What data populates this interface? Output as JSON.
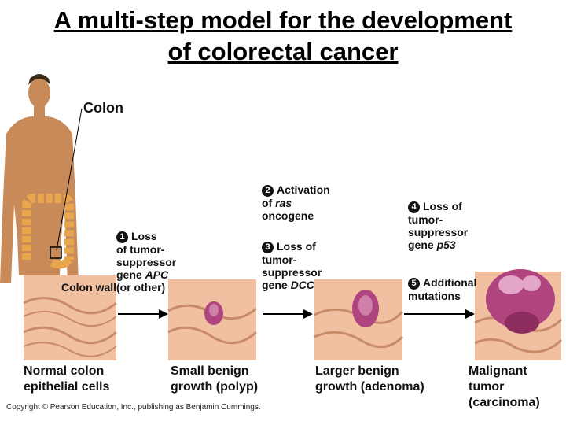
{
  "title": {
    "line1": "A multi-step model for the development",
    "line2": "of colorectal cancer"
  },
  "labels": {
    "colon": "Colon",
    "colon_wall": "Colon wall"
  },
  "steps": [
    {
      "num": "1",
      "l1": "Loss",
      "l2": "of tumor-",
      "l3": "suppressor",
      "l4_pre": "gene ",
      "l4_ital": "APC",
      "l5": "(or other)"
    },
    {
      "num": "2",
      "l1": "Activation",
      "l2_pre": "of ",
      "l2_ital": "ras",
      "l3": "oncogene"
    },
    {
      "num": "3",
      "l1": "Loss of",
      "l2": "tumor-",
      "l3": "suppressor",
      "l4_pre": "gene ",
      "l4_ital": "DCC"
    },
    {
      "num": "4",
      "l1": "Loss of",
      "l2": "tumor-",
      "l3": "suppressor",
      "l4_pre": "gene ",
      "l4_ital": "p53"
    },
    {
      "num": "5",
      "l1": "Additional",
      "l2": "mutations"
    }
  ],
  "stages": [
    {
      "l1": "Normal colon",
      "l2": "epithelial cells"
    },
    {
      "l1": "Small benign",
      "l2": "growth (polyp)"
    },
    {
      "l1": "Larger benign",
      "l2": "growth (adenoma)"
    },
    {
      "l1": "Malignant tumor",
      "l2": "(carcinoma)"
    }
  ],
  "copyright": "Copyright © Pearson Education, Inc., publishing as Benjamin Cummings.",
  "colors": {
    "skin": "#c98a5a",
    "colon": "#e9a64c",
    "tissue": "#f0c0a0",
    "tissue_dark": "#c88a68",
    "polyp": "#b0447e",
    "polyp_light": "#e3a6c8"
  }
}
